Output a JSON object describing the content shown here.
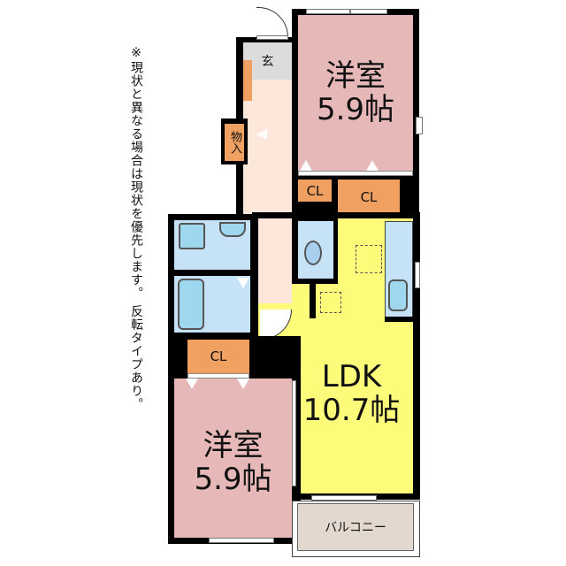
{
  "note": "※現状と異なる場合は現状を優先します。 反転タイプあり。",
  "rooms": {
    "western_room_top": {
      "name": "洋室",
      "size": "5.9帖"
    },
    "western_room_bottom": {
      "name": "洋室",
      "size": "5.9帖"
    },
    "ldk": {
      "name": "LDK",
      "size": "10.7帖"
    },
    "entrance": {
      "name": "玄"
    },
    "storage": {
      "name": "物入"
    },
    "closet_1": {
      "name": "CL"
    },
    "closet_2": {
      "name": "CL"
    },
    "closet_3": {
      "name": "CL"
    },
    "balcony": {
      "name": "バルコニー"
    }
  },
  "colors": {
    "western_room": "#e6b8b8",
    "ldk": "#fdfb7a",
    "hallway": "#fde7da",
    "entrance": "#dcdcdc",
    "closet": "#f0a060",
    "wet_area": "#c6e2f7",
    "balcony": "#e3d8d0"
  }
}
